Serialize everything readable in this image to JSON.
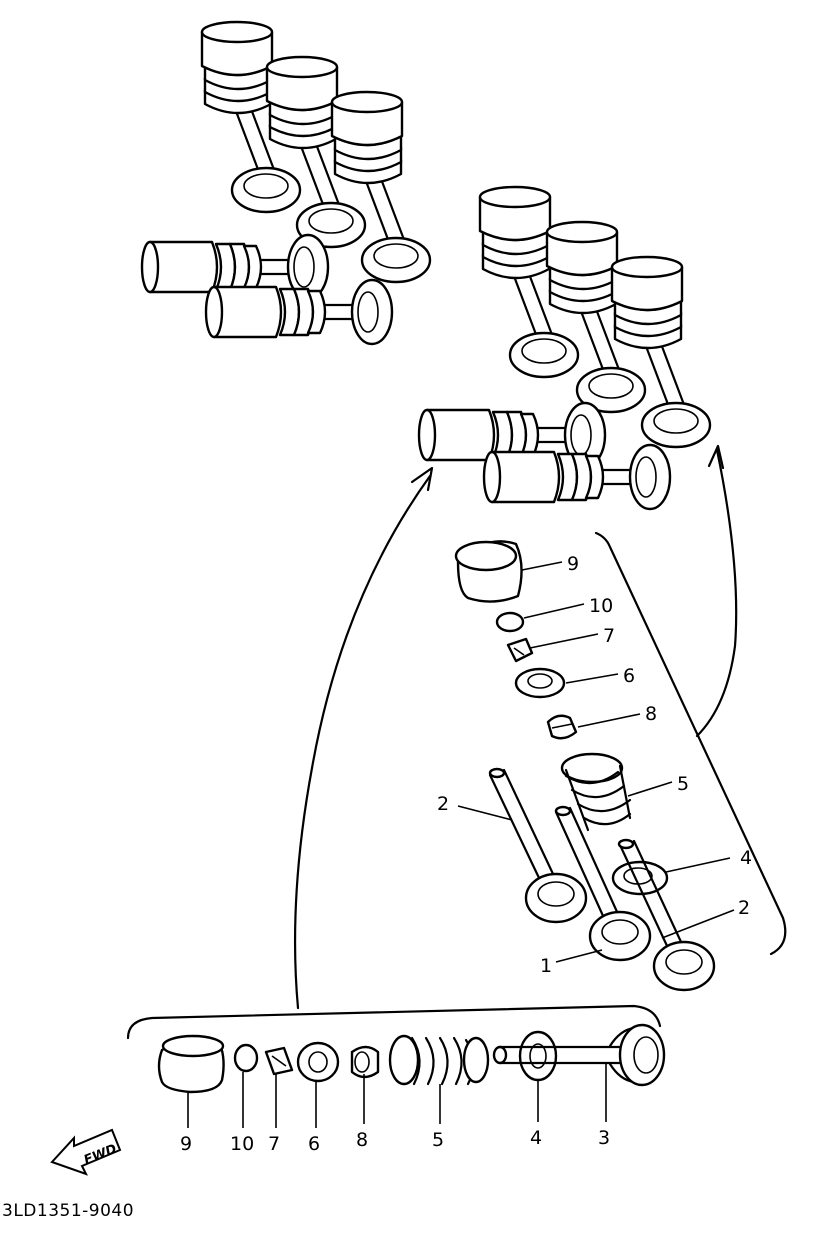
{
  "diagram": {
    "drawing_code": "3LD1351-9040",
    "fwd_label": "FWD",
    "exploded_labels": [
      "9",
      "10",
      "7",
      "6",
      "8",
      "5",
      "2",
      "4",
      "2",
      "1"
    ],
    "bottom_row_labels": [
      "9",
      "10",
      "7",
      "6",
      "8",
      "5",
      "4",
      "3"
    ]
  },
  "colors": {
    "ink": "#000000",
    "paper": "#ffffff"
  }
}
